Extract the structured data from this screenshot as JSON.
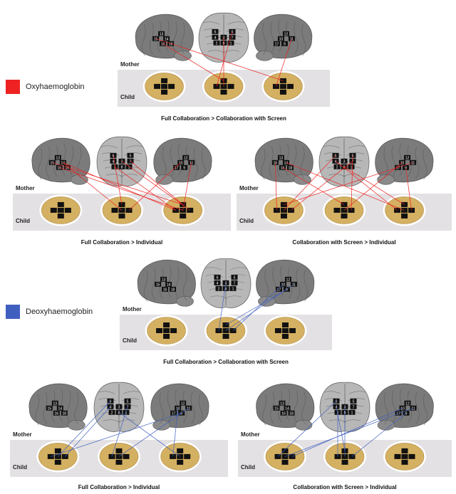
{
  "legend": [
    {
      "label": "Oxyhaemoglobin",
      "color": "#ee2222"
    },
    {
      "label": "Deoxyhaemoglobin",
      "color": "#4060c0"
    }
  ],
  "panel_labels": {
    "mother": "Mother",
    "child": "Child"
  },
  "captions": {
    "oxy_full_vs_screen": "Full Collaboration > Collaboration with Screen",
    "oxy_full_vs_individual": "Full Collaboration > Individual",
    "oxy_screen_vs_individual": "Collaboration with Screen > Individual",
    "deoxy_full_vs_screen": "Full Collaboration > Collaboration with Screen",
    "deoxy_full_vs_individual": "Full Collaboration > Individual",
    "deoxy_screen_vs_individual": "Collaboration with Screen > Individual"
  },
  "channel_labels": {
    "left": [
      "13",
      "15",
      "14",
      "16",
      "18"
    ],
    "front": [
      "6",
      "5",
      "4",
      "3",
      "7",
      "2",
      "8",
      "1"
    ],
    "right": [
      "12",
      "11",
      "10",
      "9",
      "17"
    ]
  },
  "colors": {
    "oxy": "#ee2222",
    "deoxy": "#4060c0",
    "brain": "#7a7a7a",
    "child_brain": "#d4b062",
    "band": "#e3e1e3"
  }
}
